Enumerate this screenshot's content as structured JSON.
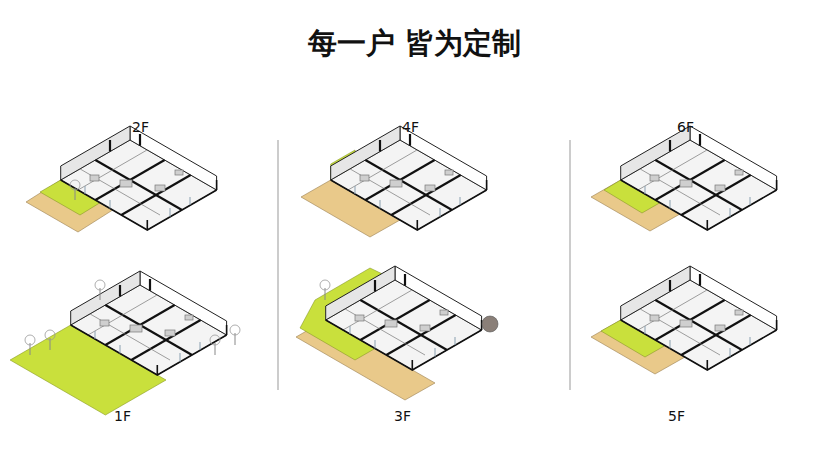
{
  "diagram": {
    "title": "每一户 皆为定制",
    "labels": [
      "2F",
      "4F",
      "6F",
      "1F",
      "3F",
      "5F"
    ]
  }
}
